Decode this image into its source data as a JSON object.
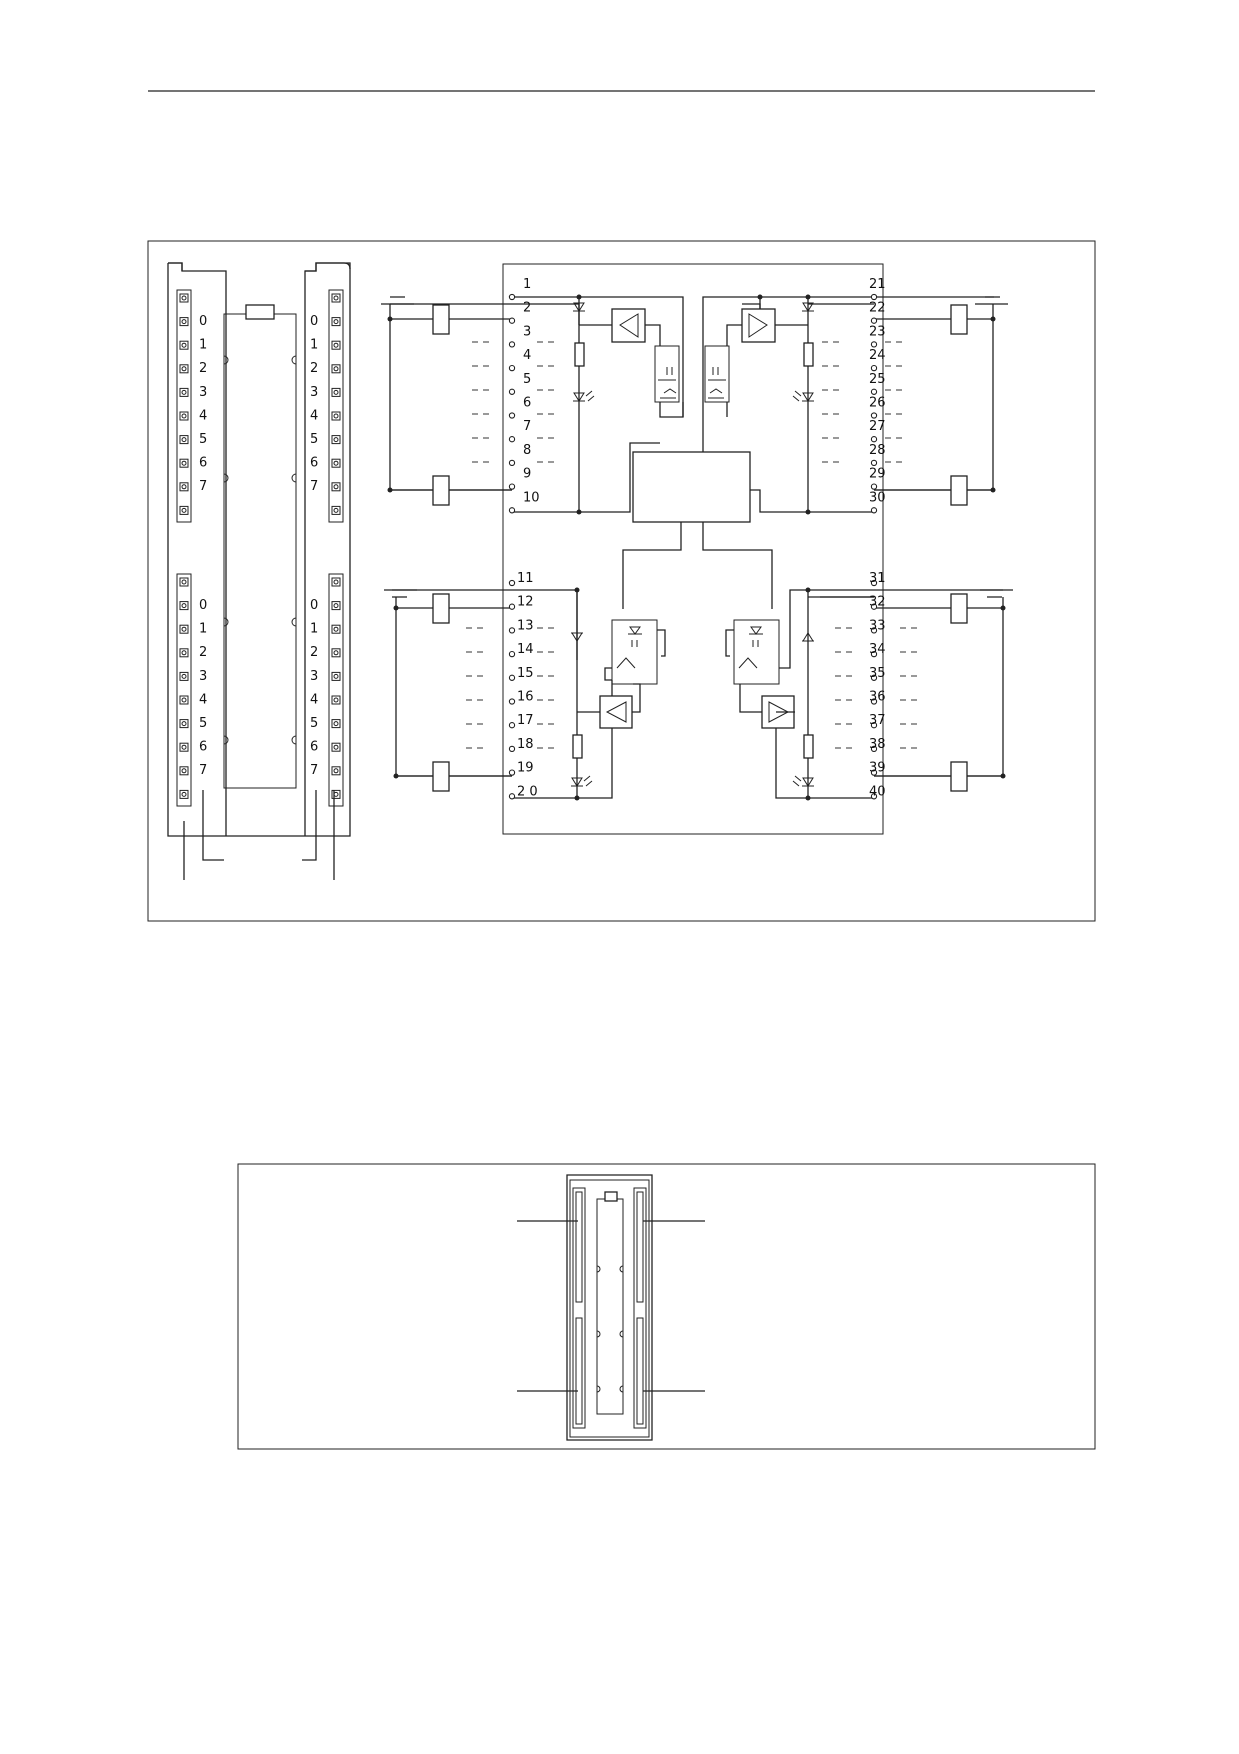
{
  "wiring_diagram": {
    "front_connector_left_labels": [
      "0",
      "1",
      "2",
      "3",
      "4",
      "5",
      "6",
      "7"
    ],
    "front_connector_right_labels": [
      "0",
      "1",
      "2",
      "3",
      "4",
      "5",
      "6",
      "7"
    ],
    "upper_left_terminals": [
      "1",
      "2",
      "3",
      "4",
      "5",
      "6",
      "7",
      "8",
      "9",
      "10"
    ],
    "upper_right_terminals": [
      "21",
      "22",
      "23",
      "24",
      "25",
      "26",
      "27",
      "28",
      "29",
      "30"
    ],
    "lower_left_terminals": [
      "11",
      "12",
      "13",
      "14",
      "15",
      "16",
      "17",
      "18",
      "19",
      "2 0"
    ],
    "lower_right_terminals": [
      "31",
      "32",
      "33",
      "34",
      "35",
      "36",
      "37",
      "38",
      "39",
      "40"
    ]
  },
  "top_view": {}
}
